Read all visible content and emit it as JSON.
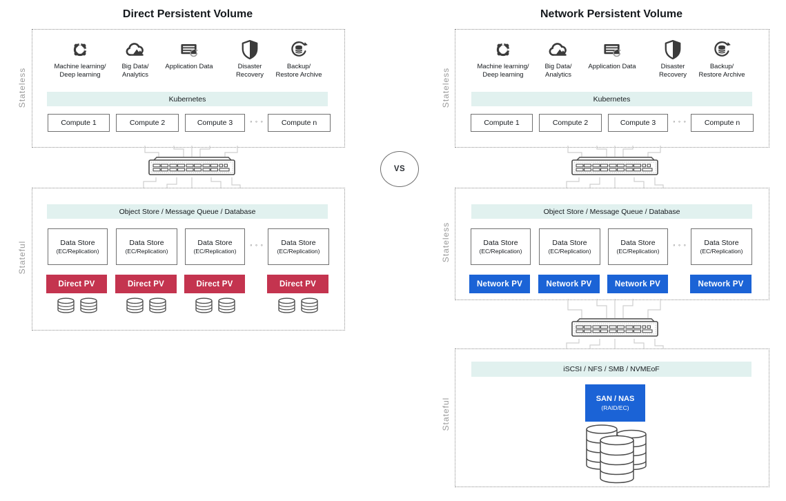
{
  "colors": {
    "direct_pv_red": "#C4344F",
    "network_pv_blue": "#1B63D6",
    "bar_teal": "#E1F1EF"
  },
  "vs_label": "VS",
  "shared": {
    "stateless_label": "Stateless",
    "stateful_label": "Stateful",
    "kubernetes_label": "Kubernetes",
    "ellipsis": "◦ ◦ ◦",
    "computes": [
      {
        "label": "Compute 1"
      },
      {
        "label": "Compute 2"
      },
      {
        "label": "Compute 3"
      },
      {
        "label": "Compute n"
      }
    ],
    "object_bar_label": "Object Store / Message Queue / Database",
    "data_store": {
      "title": "Data Store",
      "subtitle": "(EC/Replication)"
    },
    "icons": [
      {
        "name": "machine-learning-icon",
        "line1": "Machine learning/",
        "line2": "Deep learning"
      },
      {
        "name": "big-data-icon",
        "line1": "Big Data/",
        "line2": "Analytics"
      },
      {
        "name": "application-data-icon",
        "line1": "Application Data",
        "line2": ""
      },
      {
        "name": "disaster-recovery-icon",
        "line1": "Disaster",
        "line2": "Recovery"
      },
      {
        "name": "backup-restore-icon",
        "line1": "Backup/",
        "line2": "Restore Archive"
      }
    ]
  },
  "left": {
    "title": "Direct Persistent Volume",
    "pv_label": "Direct PV"
  },
  "right": {
    "title": "Network Persistent Volume",
    "pv_label": "Network PV",
    "iscsi_bar_label": "iSCSI / NFS / SMB / NVMEoF",
    "san_nas": {
      "title": "SAN / NAS",
      "subtitle": "(RAID/EC)"
    }
  }
}
